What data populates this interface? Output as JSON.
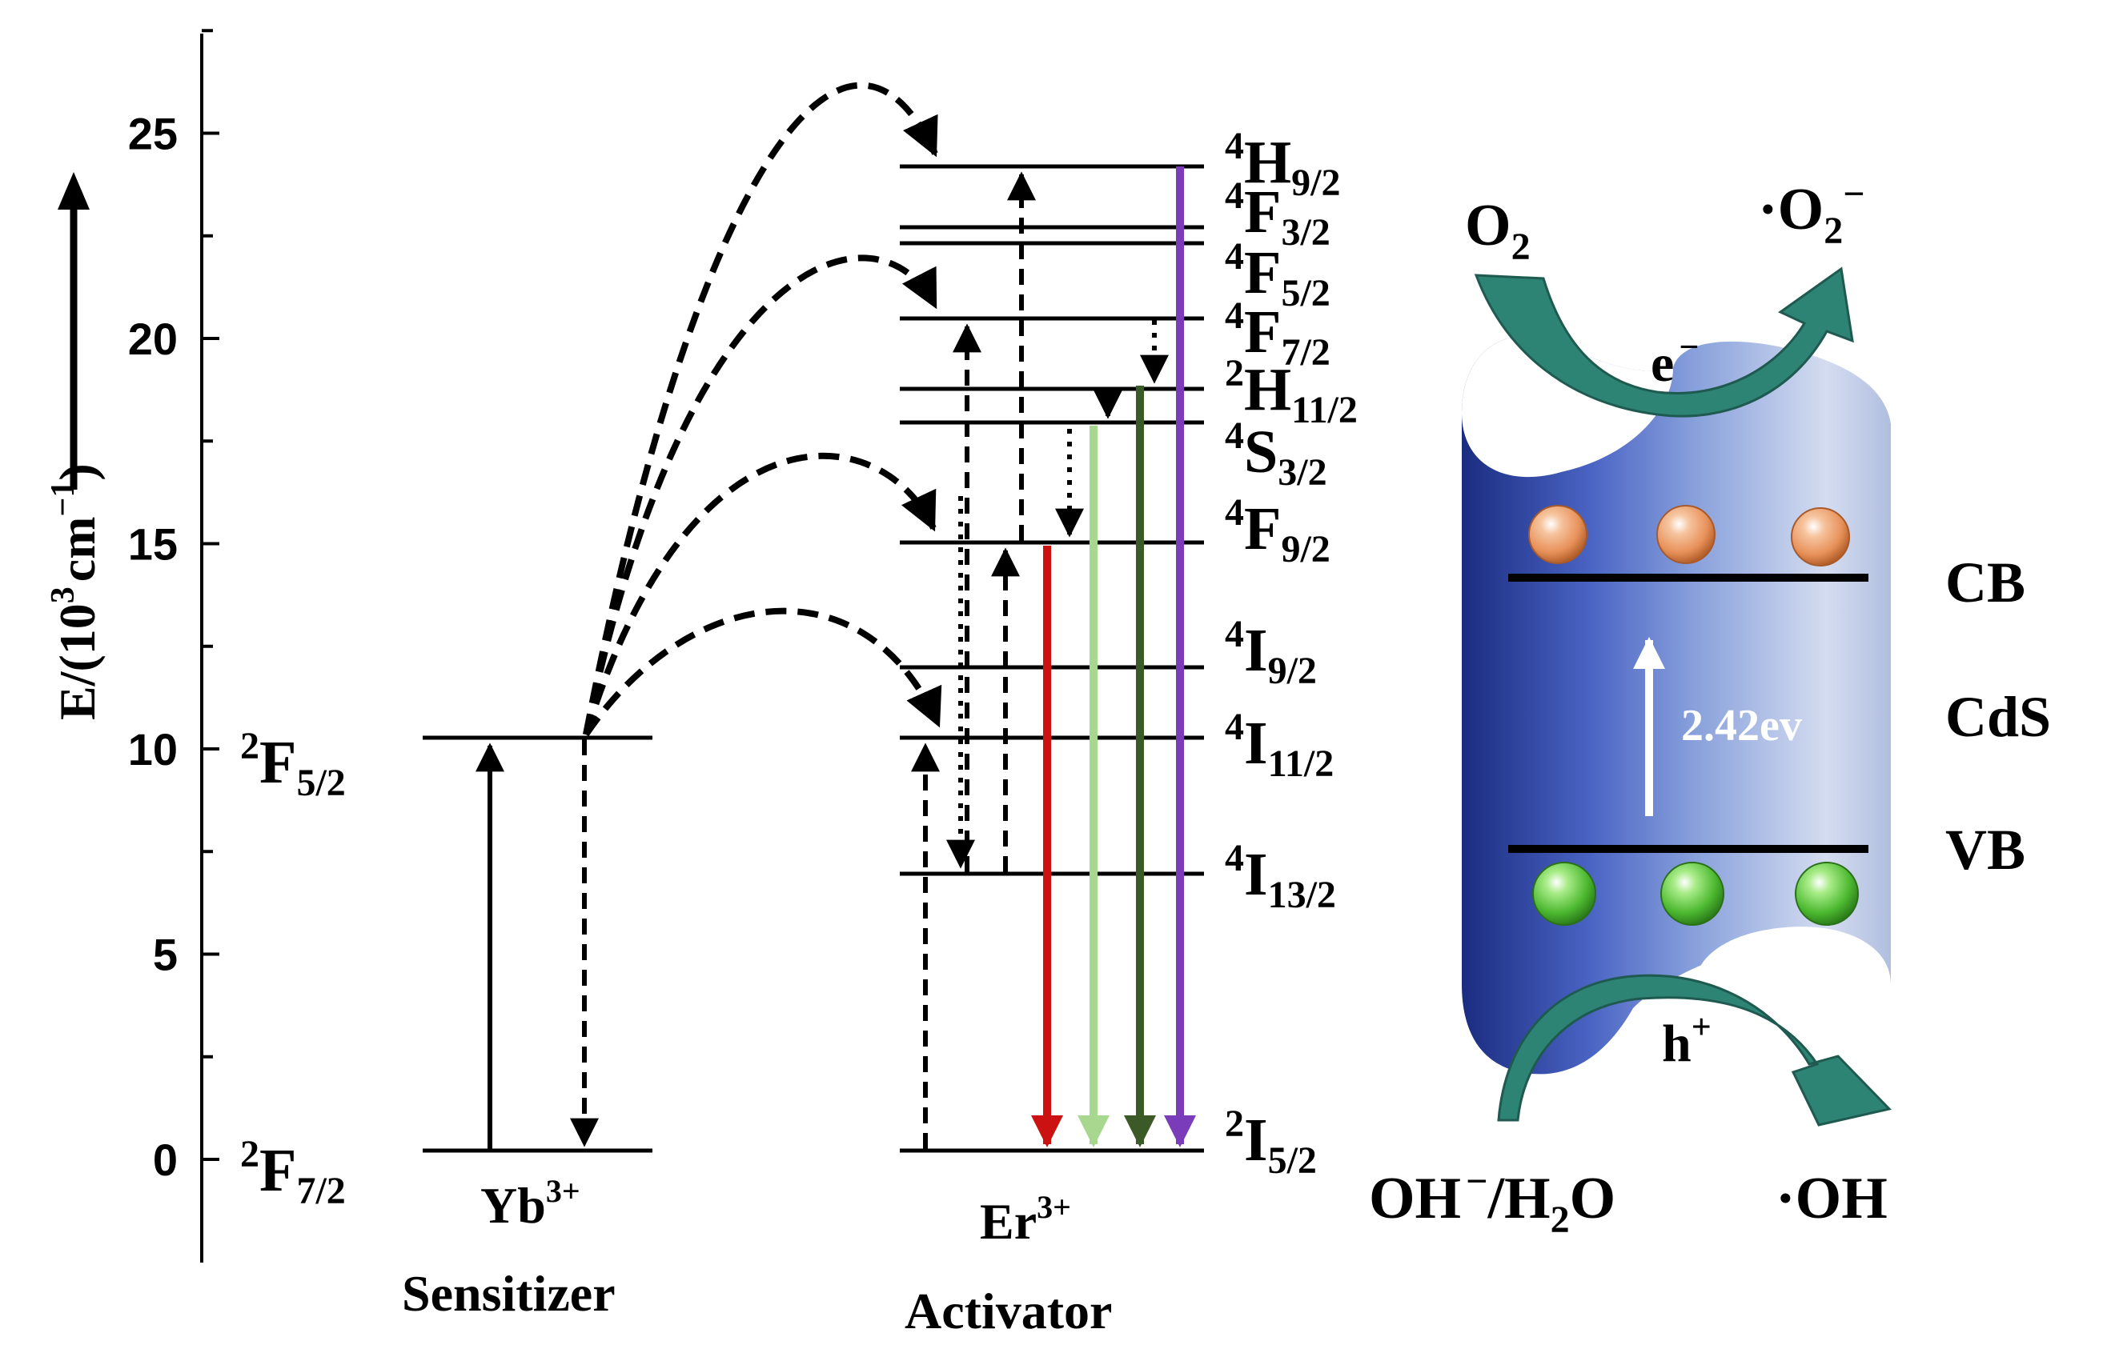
{
  "axis": {
    "label_main": "E/(10",
    "label_exp": "3",
    "label_tail": "cm",
    "label_exp2": "−1",
    "label_paren": ")",
    "ticks": [
      0,
      5,
      10,
      15,
      20,
      25
    ],
    "range": [
      -2.5,
      27.5
    ]
  },
  "yb": {
    "ion": "Yb",
    "charge": "3+",
    "role": "Sensitizer",
    "levels": [
      {
        "sup": "2",
        "letter": "F",
        "sub": "5/2",
        "energy": 10.2
      },
      {
        "sup": "2",
        "letter": "F",
        "sub": "7/2",
        "energy": 0.2
      }
    ]
  },
  "er": {
    "ion": "Er",
    "charge": "3+",
    "role": "Activator",
    "levels": [
      {
        "sup": "4",
        "letter": "H",
        "sub": "9/2",
        "energy": 24.2
      },
      {
        "sup": "4",
        "letter": "F",
        "sub": "3/2",
        "energy": 22.7
      },
      {
        "sup": "4",
        "letter": "F",
        "sub": "5/2",
        "energy": 22.4
      },
      {
        "sup": "4",
        "letter": "F",
        "sub": "7/2",
        "energy": 20.5
      },
      {
        "sup": "2",
        "letter": "H",
        "sub": "11/2",
        "energy": 18.8
      },
      {
        "sup": "4",
        "letter": "S",
        "sub": "3/2",
        "energy": 18.0
      },
      {
        "sup": "4",
        "letter": "F",
        "sub": "9/2",
        "energy": 15.1
      },
      {
        "sup": "4",
        "letter": "I",
        "sub": "9/2",
        "energy": 12.0
      },
      {
        "sup": "4",
        "letter": "I",
        "sub": "11/2",
        "energy": 10.2
      },
      {
        "sup": "4",
        "letter": "I",
        "sub": "13/2",
        "energy": 6.9
      },
      {
        "sup": "2",
        "letter": "I",
        "sub": "5/2",
        "energy": 0.2
      }
    ]
  },
  "emissions": [
    {
      "name": "red-emission",
      "color": "#cc1111"
    },
    {
      "name": "light-green-emission",
      "color": "#a8d890"
    },
    {
      "name": "dark-green-emission",
      "color": "#3c5a28"
    },
    {
      "name": "violet-emission",
      "color": "#7a3cb8"
    }
  ],
  "cds": {
    "name": "CdS",
    "cb": "CB",
    "vb": "VB",
    "gap": "2.42ev",
    "electron": "e",
    "electron_sup": "−",
    "hole": "h",
    "hole_sup": "+",
    "o2": "O",
    "o2_sub": "2",
    "superoxide_pre": "·O",
    "superoxide_sub": "2",
    "superoxide_sup": "−",
    "oh_source_pre": "OH",
    "oh_source_sup": "−",
    "oh_source_mid": "/H",
    "oh_source_sub": "2",
    "oh_source_post": "O",
    "hydroxyl": "·OH",
    "colors": {
      "cylinder_dark": "#1a2c80",
      "cylinder_mid": "#6c8ad8",
      "cylinder_light": "#e6ecf6",
      "electron_ball": "#e8915a",
      "hole_ball": "#4cb830",
      "curved_arrow": "#2e8474"
    }
  }
}
